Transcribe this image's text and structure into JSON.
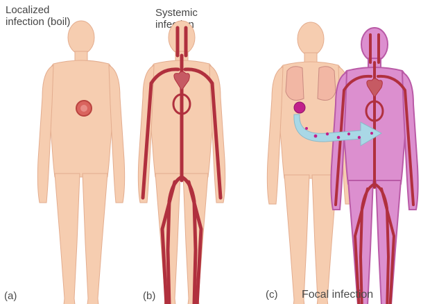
{
  "panels": {
    "a": {
      "title_line1": "Localized",
      "title_line2": "infection (boil)",
      "letter": "(a)"
    },
    "b": {
      "title_line1": "Systemic",
      "title_line2": "infection",
      "letter": "(b)"
    },
    "c": {
      "letter": "(c)",
      "caption": "Focal infection"
    }
  },
  "colors": {
    "skin": "#f6cdb0",
    "skin_outline": "#e3ac8e",
    "vessel": "#b0303e",
    "boil": "#d9645e",
    "infected_body": "#dc8fcf",
    "infected_outline": "#b95aa6",
    "arrow": "#a9d8e6"
  }
}
